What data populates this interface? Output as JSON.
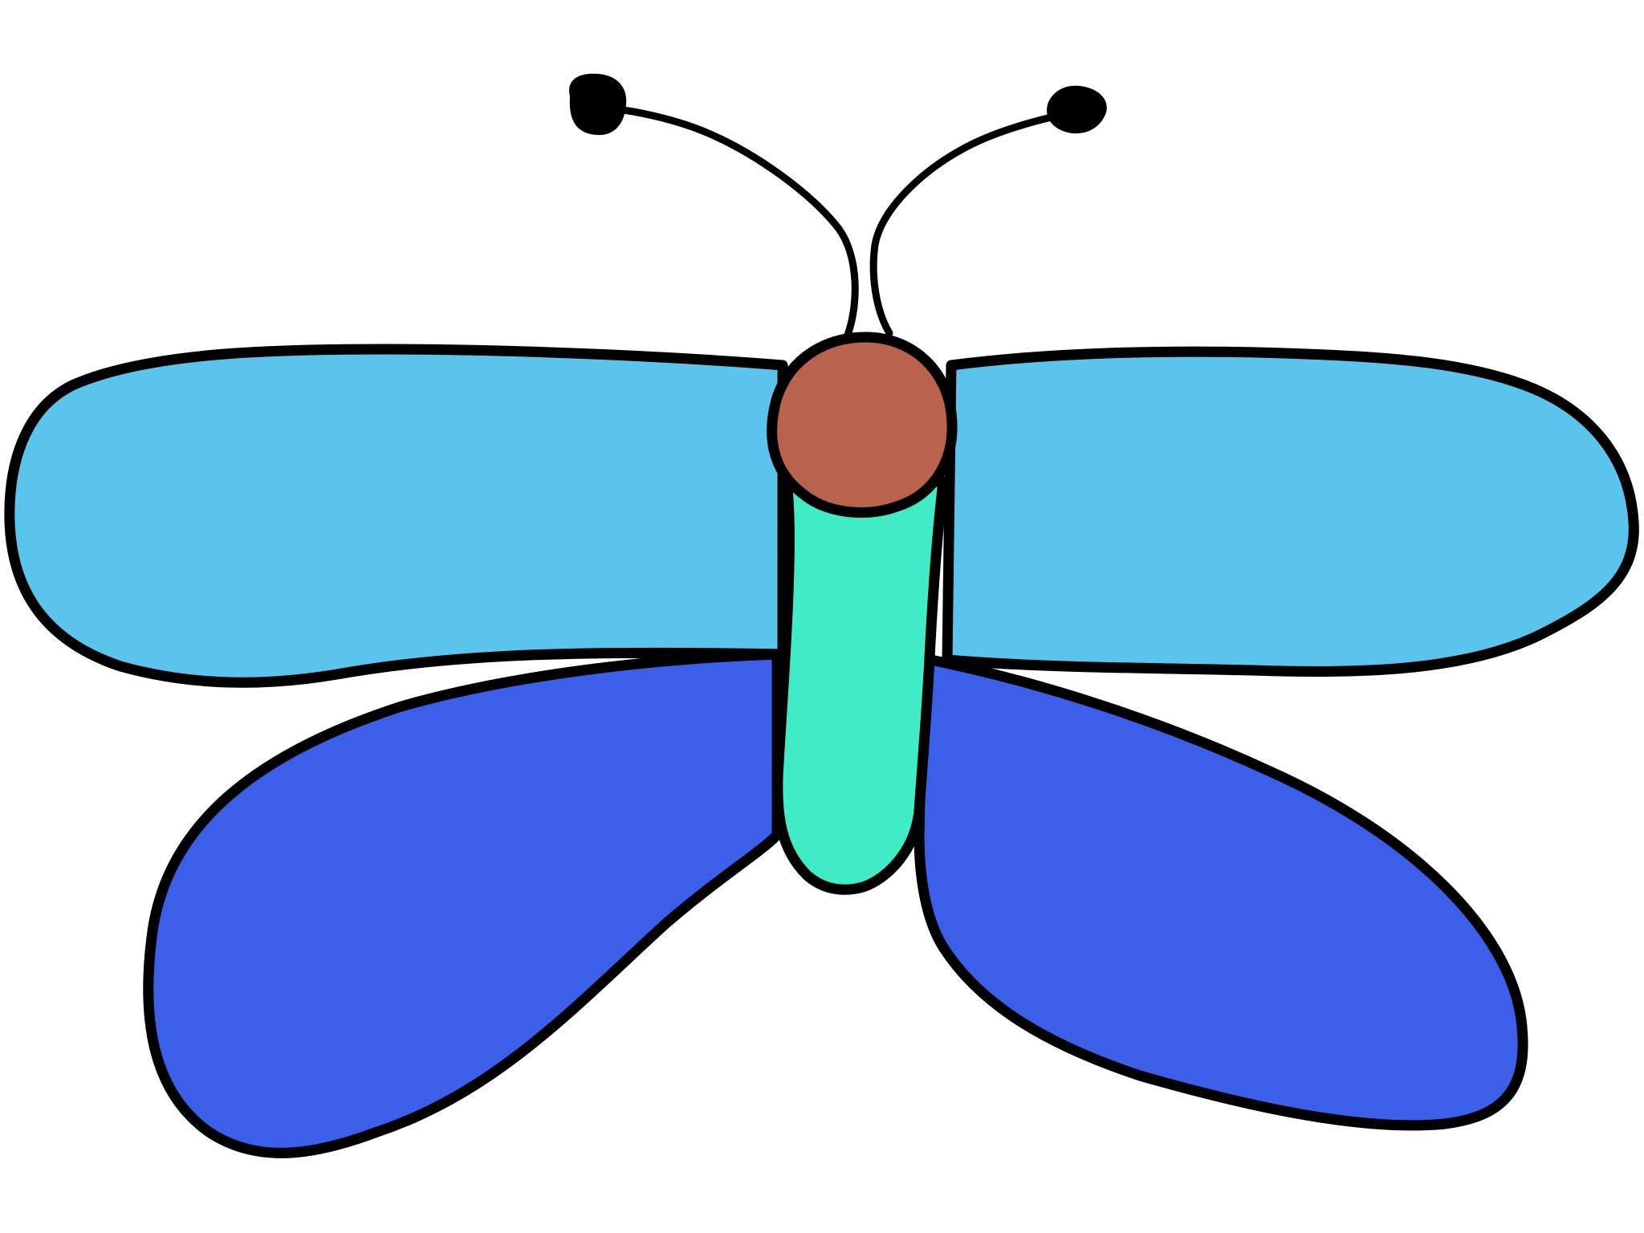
{
  "image": {
    "subject": "dragonfly-illustration",
    "background": "#ffffff"
  },
  "colors": {
    "outline": "#000000",
    "upper_wing": "#5ac4ec",
    "lower_wing": "#3c5fea",
    "abdomen": "#40ecc6",
    "head": "#b9634f",
    "antenna_tip": "#000000"
  },
  "parts": [
    "left-upper-wing",
    "right-upper-wing",
    "left-lower-wing",
    "right-lower-wing",
    "abdomen",
    "head",
    "left-antenna",
    "right-antenna"
  ]
}
